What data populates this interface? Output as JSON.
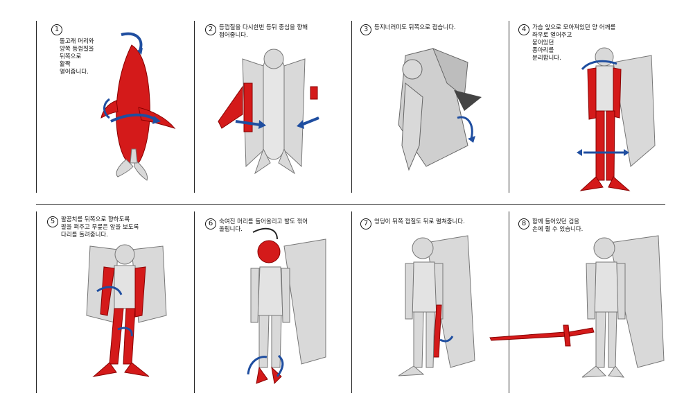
{
  "steps": [
    {
      "num": "1",
      "text": "돌고래 머리와\n양쪽 등껍질을\n뒤쪽으로\n활짝\n열어줍니다."
    },
    {
      "num": "2",
      "text": "등껍질을 다시한번 등뒤 중심을 향해\n접어줍니다."
    },
    {
      "num": "3",
      "text": "등지너러미도 뒤쪽으로 접습니다."
    },
    {
      "num": "4",
      "text": "가슴 앞으로 모아져있던 양 어깨를\n좌우로 열어주고\n붙어있던\n종아리를\n분리합니다."
    },
    {
      "num": "5",
      "text": "팔꿈치를 뒤쪽으로 향하도록\n팔을 펴주고 무릎은 앞을 보도록\n다리를 돌려줍니다."
    },
    {
      "num": "6",
      "text": "숙여진 머리를 들어올리고 발도 꺾어\n올립니다."
    },
    {
      "num": "7",
      "text": "엉덩이 뒤쪽 껍질도 뒤로 펼쳐줍니다."
    },
    {
      "num": "8",
      "text": "함께 들어있던 검을\n손에 쥘 수 있습니다."
    }
  ],
  "colors": {
    "part_red": "#d41a1a",
    "part_gray": "#d9d9d9",
    "arrow_blue": "#1f4ea0",
    "line": "#222222"
  },
  "icons": [
    "dolphin-figure",
    "rotate-arrow-icon",
    "sword-icon"
  ]
}
